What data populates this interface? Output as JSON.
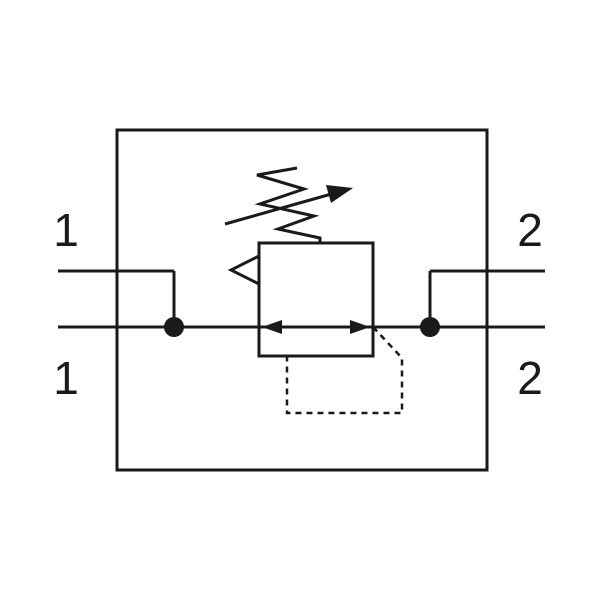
{
  "diagram": {
    "symbol_name": "pressure-regulator-schematic",
    "ports": {
      "left_top": "1",
      "left_bottom": "1",
      "right_top": "2",
      "right_bottom": "2"
    },
    "colors": {
      "line": "#1a1a1a",
      "background": "#ffffff"
    },
    "icons": {
      "spring": "adjustable-spring-icon",
      "junction": "junction-dot-icon",
      "flow_arrow": "flow-arrow-icon",
      "pilot_line": "pilot-line-dashed"
    }
  }
}
